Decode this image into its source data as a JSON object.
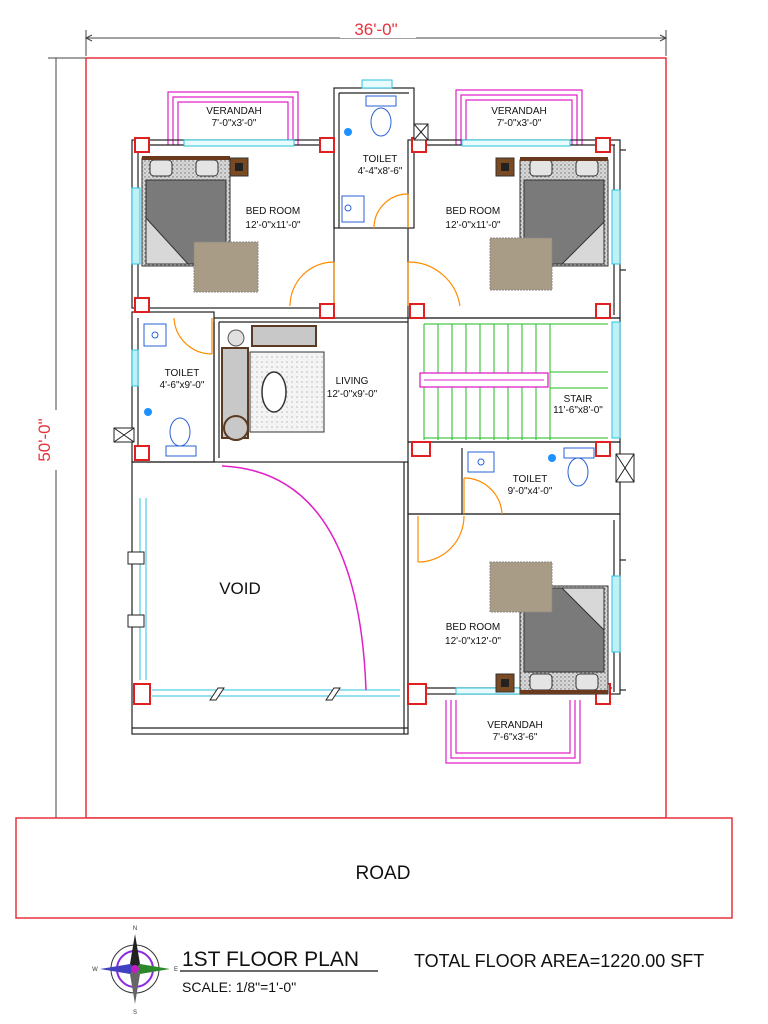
{
  "dimensions": {
    "width_label": "36'-0\"",
    "depth_label": "50'-0\""
  },
  "rooms": {
    "verandah_top_left": {
      "name": "VERANDAH",
      "size": "7'-0\"x3'-0\""
    },
    "verandah_top_right": {
      "name": "VERANDAH",
      "size": "7'-0\"x3'-0\""
    },
    "toilet_top": {
      "name": "TOILET",
      "size": "4'-4\"x8'-6\""
    },
    "bed_room_top_left": {
      "name": "BED ROOM",
      "size": "12'-0\"x11'-0\""
    },
    "bed_room_top_right": {
      "name": "BED ROOM",
      "size": "12'-0\"x11'-0\""
    },
    "toilet_left": {
      "name": "TOILET",
      "size": "4'-6\"x9'-0\""
    },
    "living": {
      "name": "LIVING",
      "size": "12'-0\"x9'-0\""
    },
    "stair": {
      "name": "STAIR",
      "size": "11'-6\"x8'-0\""
    },
    "toilet_right": {
      "name": "TOILET",
      "size": "9'-0\"x4'-0\""
    },
    "void": {
      "name": "VOID"
    },
    "bed_room_bottom_right": {
      "name": "BED ROOM",
      "size": "12'-0\"x12'-0\""
    },
    "verandah_bottom": {
      "name": "VERANDAH",
      "size": "7'-6\"x3'-6\""
    }
  },
  "road": "ROAD",
  "title_block": {
    "title": "1ST FLOOR PLAN",
    "scale": "SCALE: 1/8\"=1'-0\"",
    "total_area": "TOTAL FLOOR AREA=1220.00 SFT"
  },
  "compass": {
    "n": "N",
    "s": "S",
    "e": "E",
    "w": "W"
  },
  "colors": {
    "boundary": "#e8323c",
    "verandah": "#e020c8",
    "stair": "#22bb22",
    "window": "#29c4e0",
    "door": "#ff8c00",
    "wall": "#222222"
  }
}
